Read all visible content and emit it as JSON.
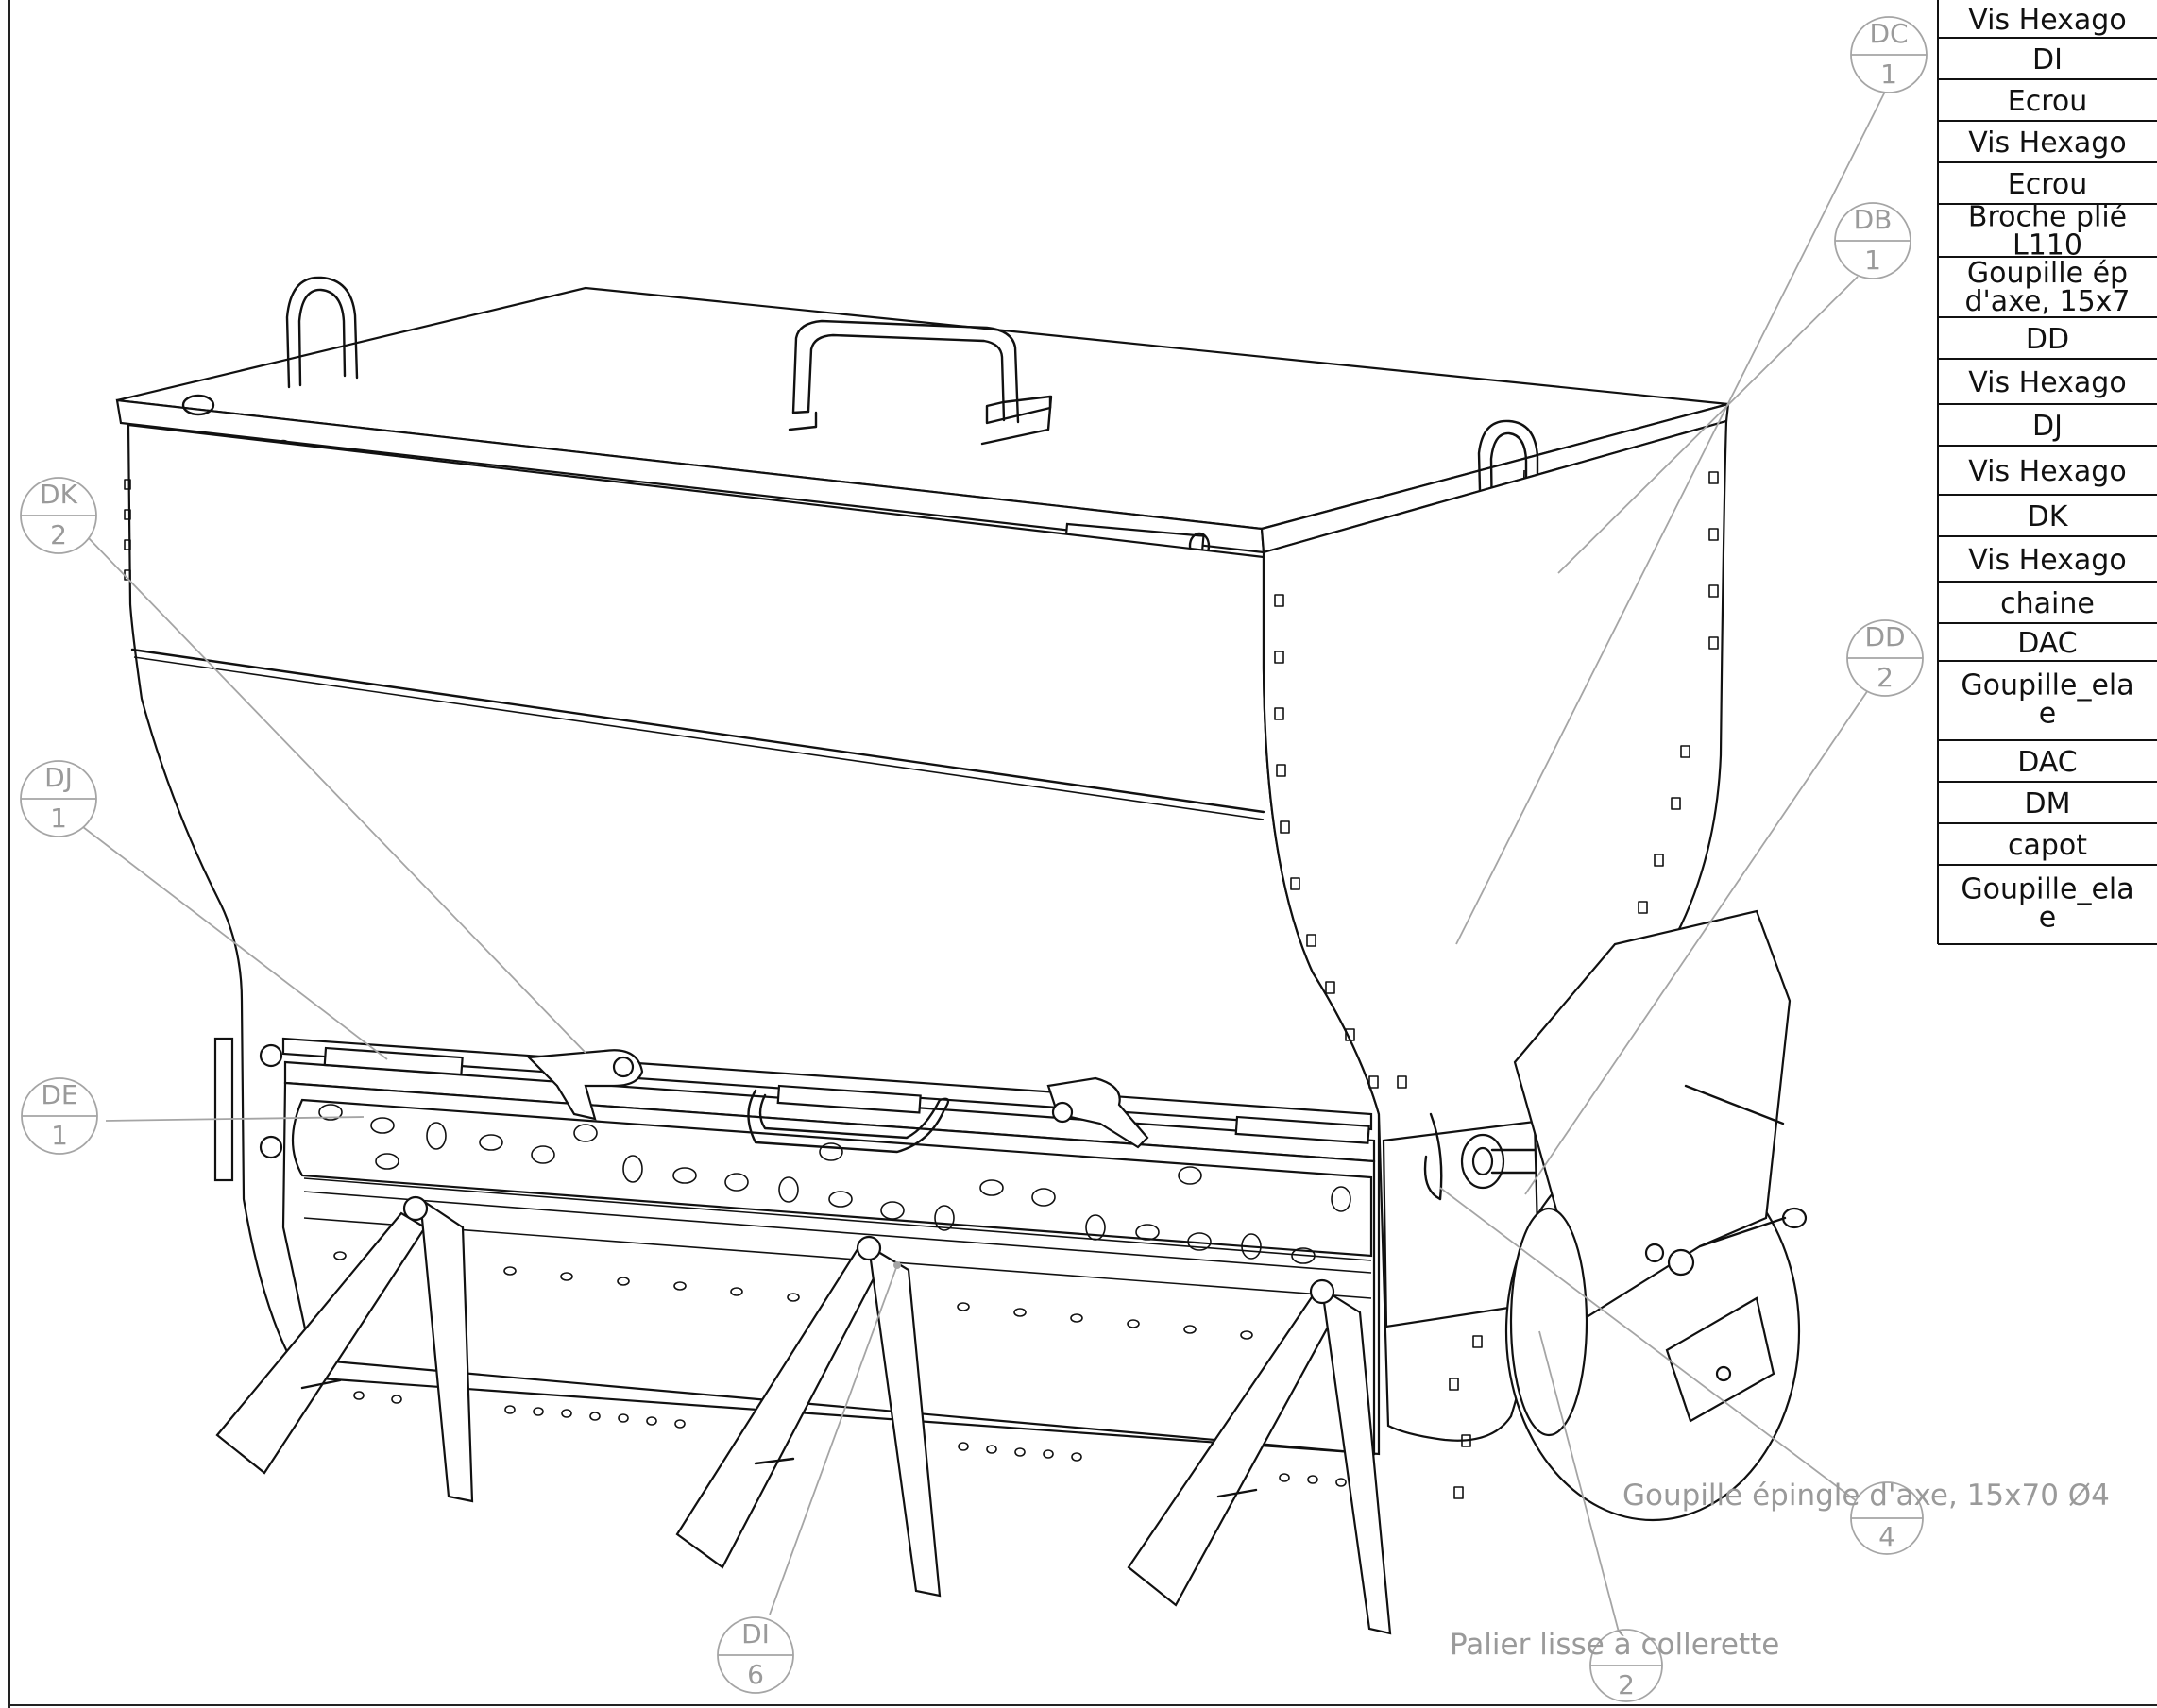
{
  "bom_table": {
    "rows": [
      {
        "label": "Vis Hexago",
        "line2": ""
      },
      {
        "label": "DI",
        "line2": ""
      },
      {
        "label": "Ecrou",
        "line2": ""
      },
      {
        "label": "Vis Hexago",
        "line2": ""
      },
      {
        "label": "Ecrou",
        "line2": ""
      },
      {
        "label": "Broche plié",
        "line2": "L110"
      },
      {
        "label": "Goupille ép",
        "line2": "d'axe, 15x7"
      },
      {
        "label": "DD",
        "line2": ""
      },
      {
        "label": "Vis Hexago",
        "line2": ""
      },
      {
        "label": "DJ",
        "line2": ""
      },
      {
        "label": "Vis Hexago",
        "line2": ""
      },
      {
        "label": "DK",
        "line2": ""
      },
      {
        "label": "Vis Hexago",
        "line2": ""
      },
      {
        "label": "chaine",
        "line2": ""
      },
      {
        "label": "DAC",
        "line2": ""
      },
      {
        "label": "Goupille_ela",
        "line2": "e"
      },
      {
        "label": "DAC",
        "line2": ""
      },
      {
        "label": "DM",
        "line2": ""
      },
      {
        "label": "capot",
        "line2": ""
      },
      {
        "label": "Goupille_ela",
        "line2": "e"
      }
    ]
  },
  "balloons": [
    {
      "id": "dc",
      "top": "DC",
      "bottom": "1"
    },
    {
      "id": "db",
      "top": "DB",
      "bottom": "1"
    },
    {
      "id": "dk",
      "top": "DK",
      "bottom": "2"
    },
    {
      "id": "dd",
      "top": "DD",
      "bottom": "2"
    },
    {
      "id": "dj",
      "top": "DJ",
      "bottom": "1"
    },
    {
      "id": "de",
      "top": "DE",
      "bottom": "1"
    },
    {
      "id": "pin",
      "top": "",
      "bottom": "4"
    },
    {
      "id": "di",
      "top": "DI",
      "bottom": "6"
    },
    {
      "id": "bearing",
      "top": "",
      "bottom": "2"
    }
  ],
  "callouts": {
    "pin_label": "Goupille épingle d'axe, 15x70 Ø4",
    "bearing_label": "Palier lisse à collerette"
  },
  "colors": {
    "line": "#111111",
    "annotation": "#9a9a9a",
    "background": "#ffffff"
  }
}
